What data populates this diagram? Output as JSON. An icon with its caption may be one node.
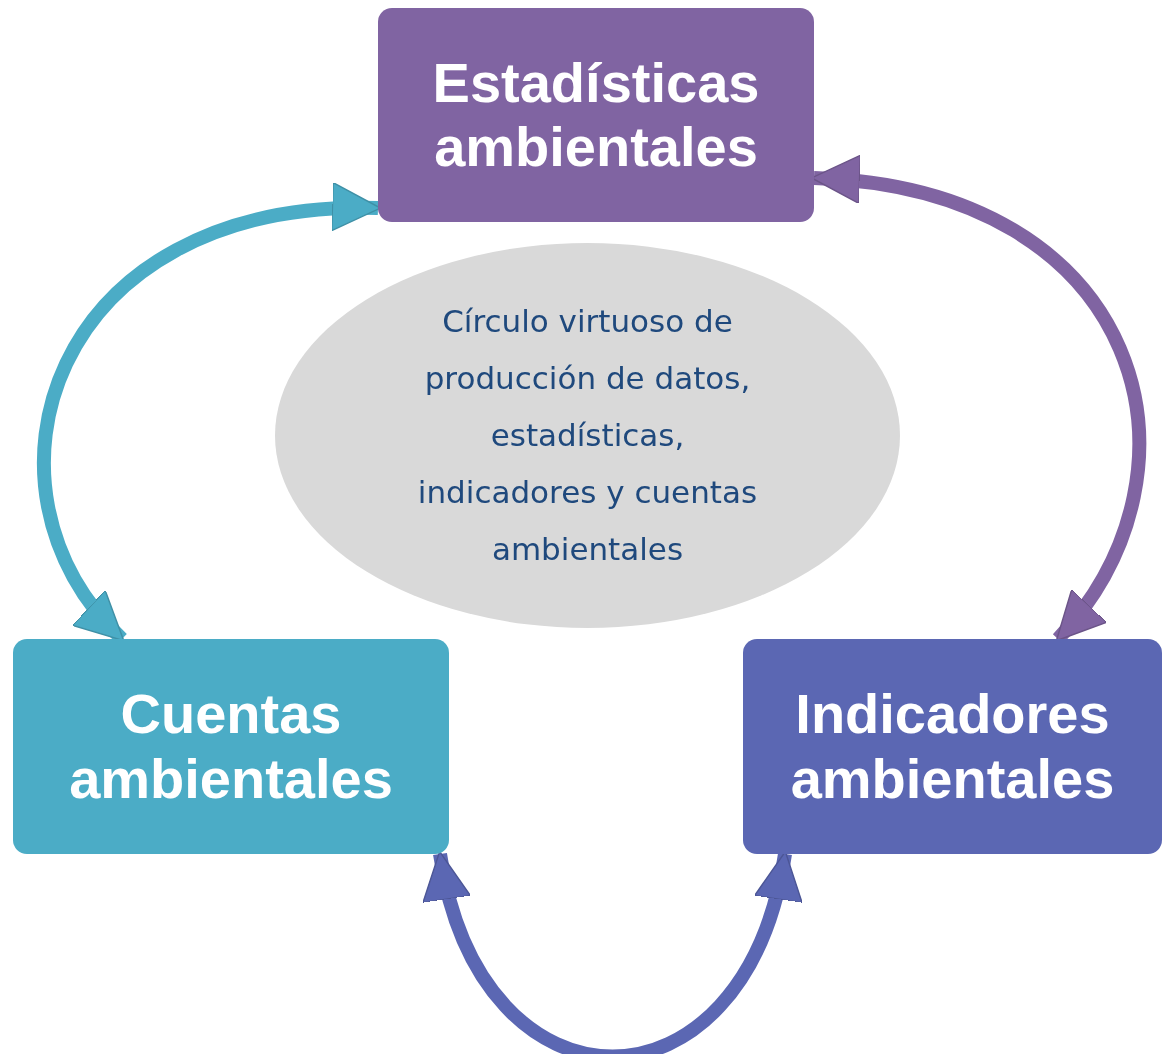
{
  "diagram": {
    "nodes": [
      {
        "text": [
          "Estadísticas ambientales"
        ]
      },
      {
        "text": [
          "Círculo virtuoso de producción de datos, estadísticas, indicadores y cuentas ambientales"
        ]
      },
      {
        "text": [
          "Cuentas ambientales"
        ]
      },
      {
        "text": [
          "Indicadores ambientales"
        ]
      }
    ],
    "edges": [
      {
        "from": 0,
        "to": 2,
        "arrow": "both",
        "color": "#4bacc6"
      },
      {
        "from": 0,
        "to": 3,
        "arrow": "both",
        "color": "#8064a2"
      },
      {
        "from": 2,
        "to": 3,
        "arrow": "both",
        "color": "#5b67b3"
      }
    ]
  }
}
